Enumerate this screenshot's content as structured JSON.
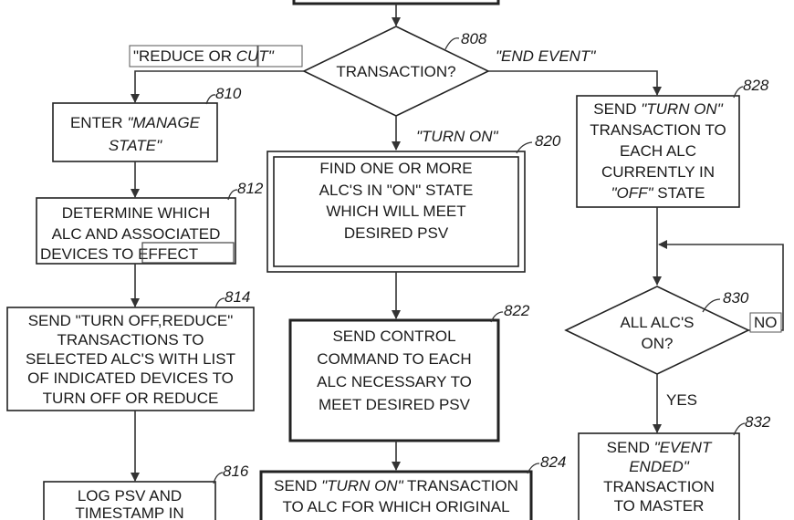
{
  "diagram": {
    "decision_transaction": {
      "ref": "808",
      "label": "TRANSACTION?"
    },
    "edges": {
      "reduce_or_cut_a": "\"REDUCE OR ",
      "reduce_or_cut_b": "CUT\"",
      "end_event": "\"END EVENT\"",
      "turn_on": "\"TURN ON\"",
      "no": "NO",
      "yes": "YES"
    },
    "box_810": {
      "ref": "810",
      "line1_a": "ENTER ",
      "line1_b": "\"MANAGE",
      "line2": "STATE\""
    },
    "box_812": {
      "ref": "812",
      "line1": "DETERMINE WHICH",
      "line2": "ALC AND ASSOCIATED",
      "line3_a": "DEVICES TO ",
      "line3_b": "EFFECT"
    },
    "box_814": {
      "ref": "814",
      "line1": "SEND \"TURN OFF,REDUCE\"",
      "line2": "TRANSACTIONS TO",
      "line3": "SELECTED ALC'S WITH LIST",
      "line4": "OF INDICATED DEVICES TO",
      "line5": "TURN OFF OR REDUCE"
    },
    "box_816": {
      "ref": "816",
      "line1": "LOG PSV AND",
      "line2": "TIMESTAMP IN"
    },
    "box_820": {
      "ref": "820",
      "line1": "FIND ONE OR MORE",
      "line2": "ALC'S IN \"ON\" STATE",
      "line3": "WHICH WILL MEET",
      "line4": "DESIRED PSV"
    },
    "box_822": {
      "ref": "822",
      "line1": "SEND CONTROL",
      "line2": "COMMAND TO EACH",
      "line3": "ALC NECESSARY TO",
      "line4": "MEET DESIRED PSV"
    },
    "box_824": {
      "ref": "824",
      "line1_a": "SEND ",
      "line1_b": "\"TURN ON\"",
      "line1_c": " TRANSACTION",
      "line2": "TO ALC FOR WHICH ORIGINAL"
    },
    "box_828": {
      "ref": "828",
      "line1_a": "SEND ",
      "line1_b": "\"TURN ON\"",
      "line2": "TRANSACTION TO",
      "line3": "EACH ALC",
      "line4": "CURRENTLY IN",
      "line5_a": "\"OFF\"",
      "line5_b": " STATE"
    },
    "decision_830": {
      "ref": "830",
      "line1": "ALL ALC'S",
      "line2": "ON?"
    },
    "box_832": {
      "ref": "832",
      "line1_a": "SEND ",
      "line1_b": "\"EVENT",
      "line2": "ENDED\"",
      "line3": "TRANSACTION",
      "line4": "TO MASTER"
    }
  }
}
